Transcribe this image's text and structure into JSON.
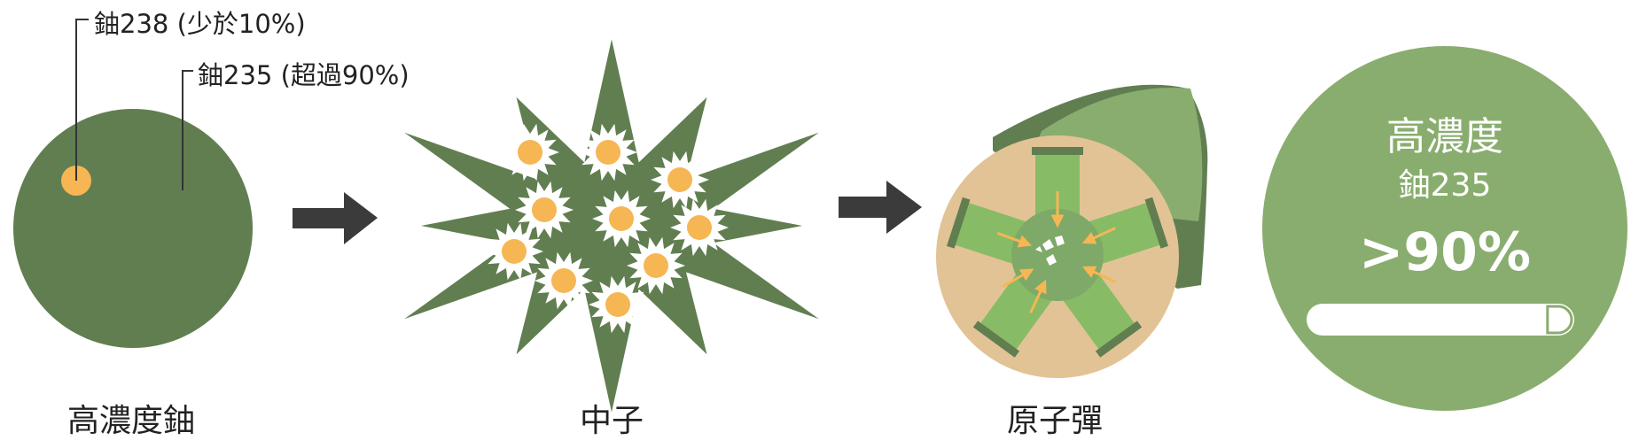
{
  "callouts": {
    "u238": "鈾238 (少於10%)",
    "u235": "鈾235 (超過90%)"
  },
  "captions": {
    "uranium": "高濃度鈾",
    "neutron": "中子",
    "bomb": "原子彈"
  },
  "info_circle": {
    "title": "高濃度",
    "subtitle": "鈾235",
    "percent": ">90%",
    "enrichment_fraction": 0.9
  },
  "colors": {
    "dark_green": "#617e51",
    "light_green": "#89ad6e",
    "mid_green": "#7ea968",
    "band_green": "#88bb66",
    "orange": "#f6b653",
    "tan": "#e2c396",
    "arrow": "#3b3b3b"
  }
}
